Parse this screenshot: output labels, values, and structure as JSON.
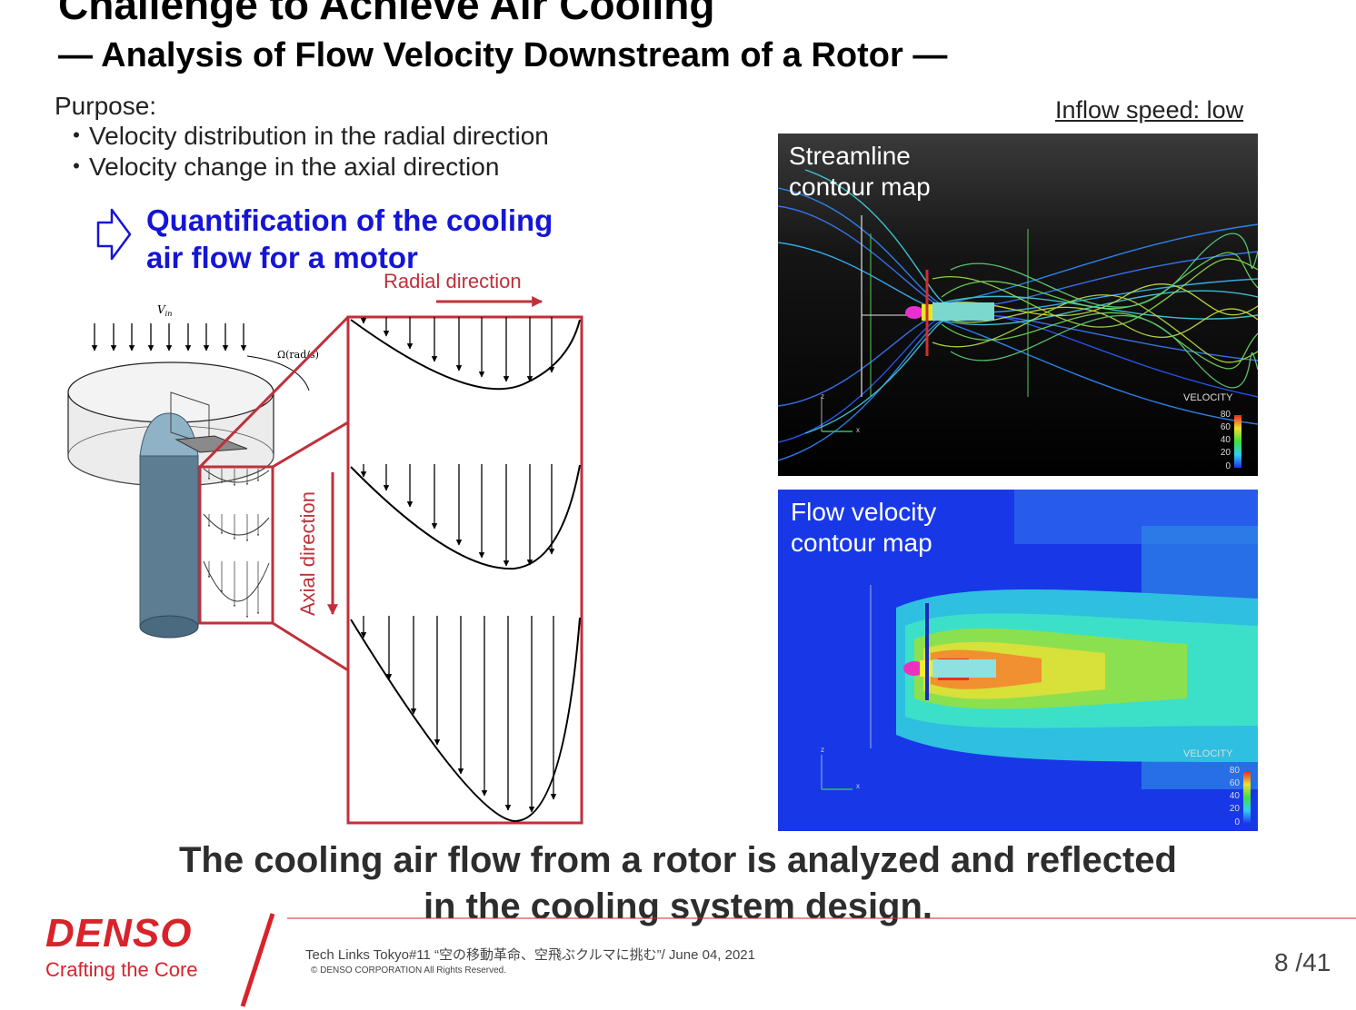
{
  "slide": {
    "title": "Challenge to Achieve Air Cooling",
    "subtitle": "— Analysis of Flow Velocity Downstream of a Rotor —"
  },
  "purpose": {
    "label": "Purpose:",
    "bullet_marker": "・",
    "items": [
      "Velocity distribution in the radial direction",
      "Velocity change in the axial direction"
    ],
    "result_line1": "Quantification of the cooling",
    "result_line2": "air flow for a motor"
  },
  "diagram": {
    "radial_label": "Radial direction",
    "axial_label": "Axial direction",
    "vin_label": "V",
    "vin_sub": "in",
    "omega_label": "Ω(rad/s)"
  },
  "inflow_note": "Inflow speed: low",
  "streamline_panel": {
    "label_line1": "Streamline",
    "label_line2": "contour map",
    "legend_title": "VELOCITY",
    "legend_ticks": [
      "80",
      "60",
      "40",
      "20",
      "0"
    ],
    "axis_z": "z",
    "axis_x": "x"
  },
  "contour_panel": {
    "label_line1": "Flow velocity",
    "label_line2": "contour map",
    "legend_title": "VELOCITY",
    "legend_ticks": [
      "80",
      "60",
      "40",
      "20",
      "0"
    ],
    "axis_z": "z",
    "axis_x": "x"
  },
  "conclusion": {
    "line1": "The cooling air flow from a rotor is analyzed and reflected",
    "line2": "in the cooling system design."
  },
  "footer": {
    "brand": "DENSO",
    "tagline": "Crafting the Core",
    "event": "Tech Links Tokyo#11 “空の移動革命、空飛ぶクルマに挑む”/ June 04, 2021",
    "copyright": "© DENSO CORPORATION All Rights Reserved.",
    "page": "8 /41"
  },
  "colors": {
    "brand_red": "#d8232a",
    "frame_red": "#c0303a",
    "highlight_blue": "#1515d6"
  }
}
